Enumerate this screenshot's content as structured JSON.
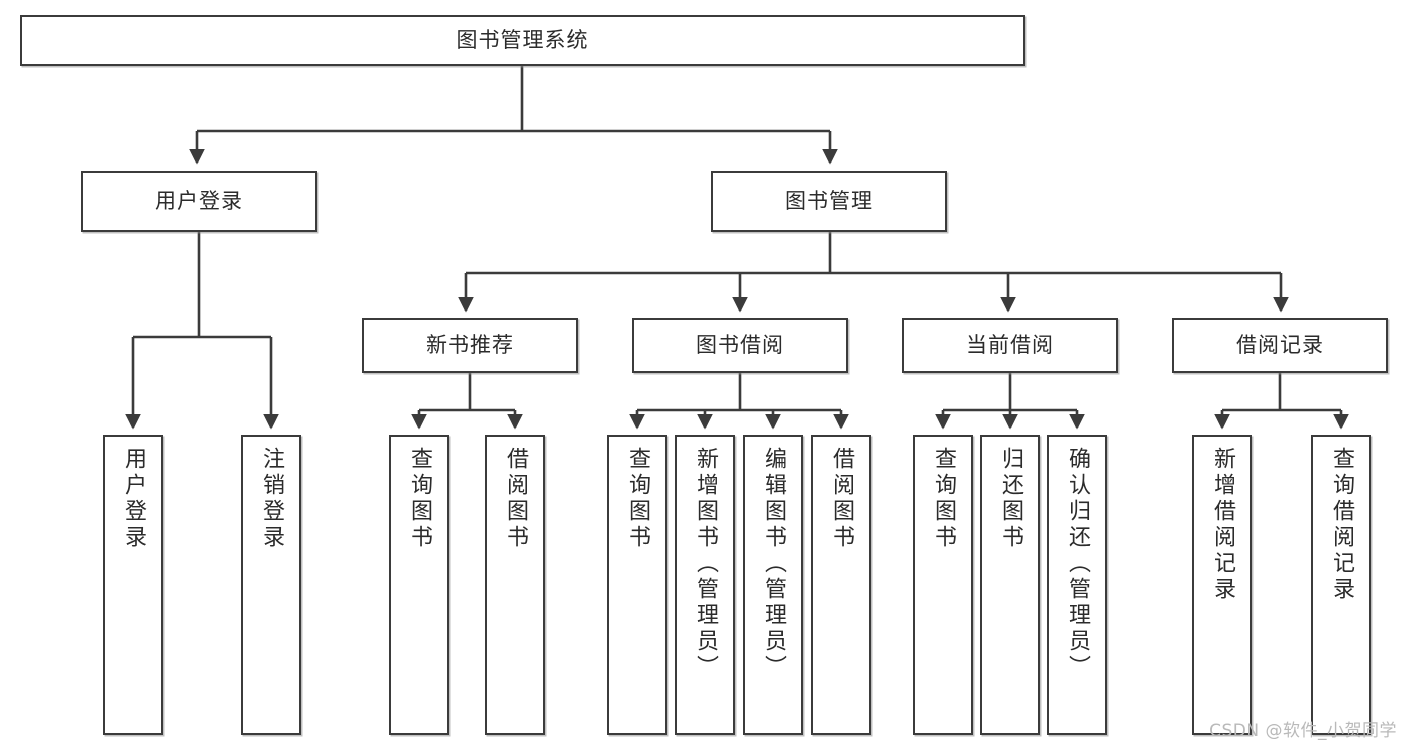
{
  "diagram": {
    "type": "tree",
    "title": "图书管理系统",
    "root": {
      "id": "root",
      "label": "图书管理系统"
    },
    "level2": [
      {
        "id": "user-login",
        "label": "用户登录"
      },
      {
        "id": "book-manage",
        "label": "图书管理"
      }
    ],
    "level3": [
      {
        "id": "new-book-rec",
        "label": "新书推荐",
        "parent": "book-manage"
      },
      {
        "id": "book-borrow",
        "label": "图书借阅",
        "parent": "book-manage"
      },
      {
        "id": "current-borrow",
        "label": "当前借阅",
        "parent": "book-manage"
      },
      {
        "id": "borrow-record",
        "label": "借阅记录",
        "parent": "book-manage"
      }
    ],
    "leaves": [
      {
        "id": "leaf-user-login",
        "label": "用户登录",
        "parent": "user-login"
      },
      {
        "id": "leaf-logout-login",
        "label": "注销登录",
        "parent": "user-login"
      },
      {
        "id": "leaf-query-book-1",
        "label": "查询图书",
        "parent": "new-book-rec"
      },
      {
        "id": "leaf-borrow-book-1",
        "label": "借阅图书",
        "parent": "new-book-rec"
      },
      {
        "id": "leaf-query-book-2",
        "label": "查询图书",
        "parent": "book-borrow"
      },
      {
        "id": "leaf-add-book",
        "label": "新增图书（管理员）",
        "parent": "book-borrow"
      },
      {
        "id": "leaf-edit-book",
        "label": "编辑图书（管理员）",
        "parent": "book-borrow"
      },
      {
        "id": "leaf-borrow-book-2",
        "label": "借阅图书",
        "parent": "book-borrow"
      },
      {
        "id": "leaf-query-book-3",
        "label": "查询图书",
        "parent": "current-borrow"
      },
      {
        "id": "leaf-return-book",
        "label": "归还图书",
        "parent": "current-borrow"
      },
      {
        "id": "leaf-confirm-return",
        "label": "确认归还（管理员）",
        "parent": "current-borrow"
      },
      {
        "id": "leaf-add-record",
        "label": "新增借阅记录",
        "parent": "borrow-record"
      },
      {
        "id": "leaf-query-record",
        "label": "查询借阅记录",
        "parent": "borrow-record"
      }
    ],
    "colors": {
      "stroke": "#3b3b3b",
      "box_fill": "#ffffff",
      "text": "#2b2b2b",
      "background": "#ffffff",
      "watermark": "#b9b9b9"
    }
  },
  "watermark": {
    "text": "CSDN @软件_小贺同学"
  }
}
